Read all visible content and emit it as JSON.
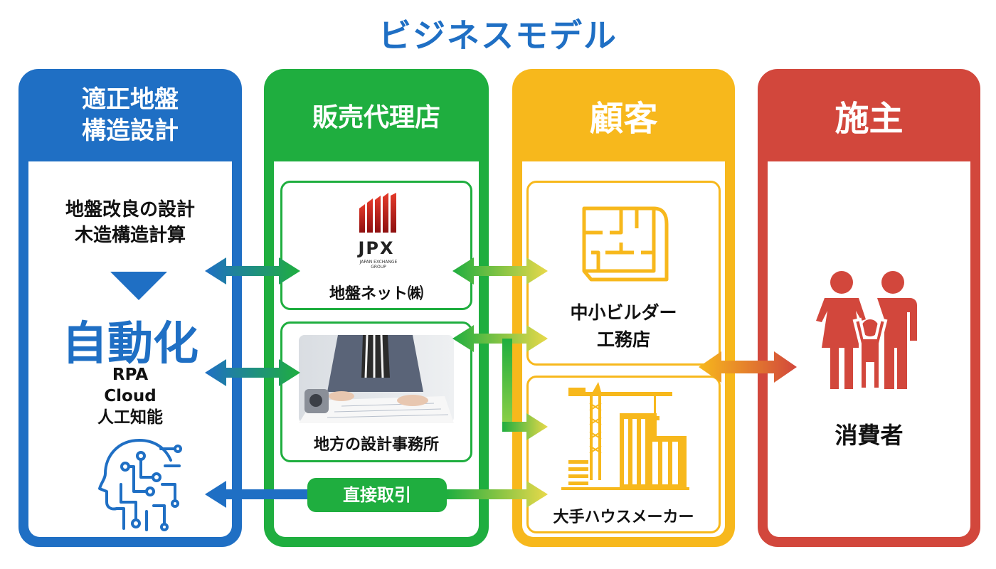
{
  "title": "ビジネスモデル",
  "columns": {
    "col1": {
      "header_line1": "適正地盤",
      "header_line2": "構造設計",
      "desc_line1": "地盤改良の設計",
      "desc_line2": "木造構造計算",
      "automation": "自動化",
      "tech": [
        "RPA",
        "Cloud",
        "人工知能"
      ]
    },
    "col2": {
      "header": "販売代理店",
      "company": "地盤ネット㈱",
      "jpx_logo_text": "JPX",
      "jpx_logo_sub": "JAPAN EXCHANGE GROUP",
      "office": "地方の設計事務所",
      "direct": "直接取引"
    },
    "col3": {
      "header": "顧客",
      "builder_line1": "中小ビルダー",
      "builder_line2": "工務店",
      "maker": "大手ハウスメーカー"
    },
    "col4": {
      "header": "施主",
      "consumer": "消費者"
    }
  },
  "colors": {
    "blue": "#1f6fc4",
    "green": "#1fae3f",
    "yellow": "#f7b81c",
    "red": "#d2473c"
  }
}
